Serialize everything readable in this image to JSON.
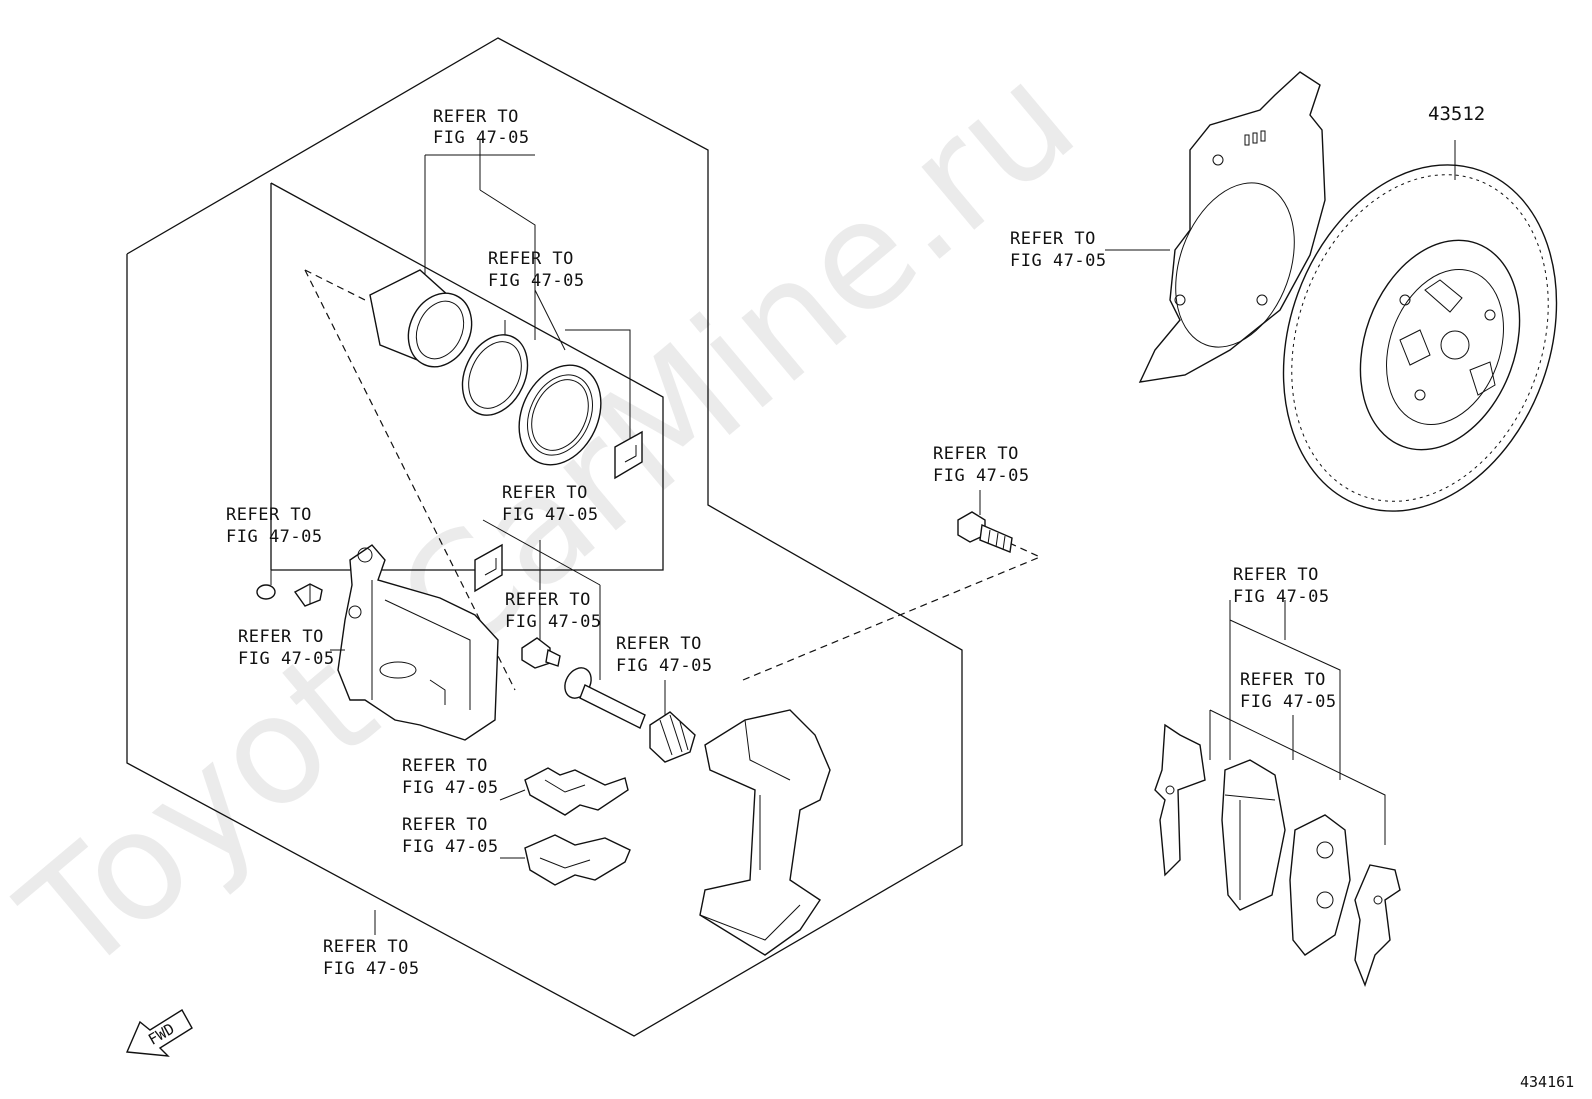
{
  "watermark": "ToyotaCarMine.ru",
  "fwd_label": "FWD",
  "diagram_code": "434161",
  "part_number": "43512",
  "refer_line1": "REFER TO",
  "refer_line2": "FIG 47-05",
  "callouts": [
    {
      "id": "piston-top"
    },
    {
      "id": "piston-seal"
    },
    {
      "id": "shield"
    },
    {
      "id": "mount-bolt"
    },
    {
      "id": "bleeder-cap"
    },
    {
      "id": "boot-kit"
    },
    {
      "id": "bleeder-plug"
    },
    {
      "id": "slide-bolt"
    },
    {
      "id": "slide-pin"
    },
    {
      "id": "pad-kit-outer"
    },
    {
      "id": "pad-kit-inner"
    },
    {
      "id": "clip-upper"
    },
    {
      "id": "clip-lower"
    },
    {
      "id": "caliper-assy"
    }
  ]
}
